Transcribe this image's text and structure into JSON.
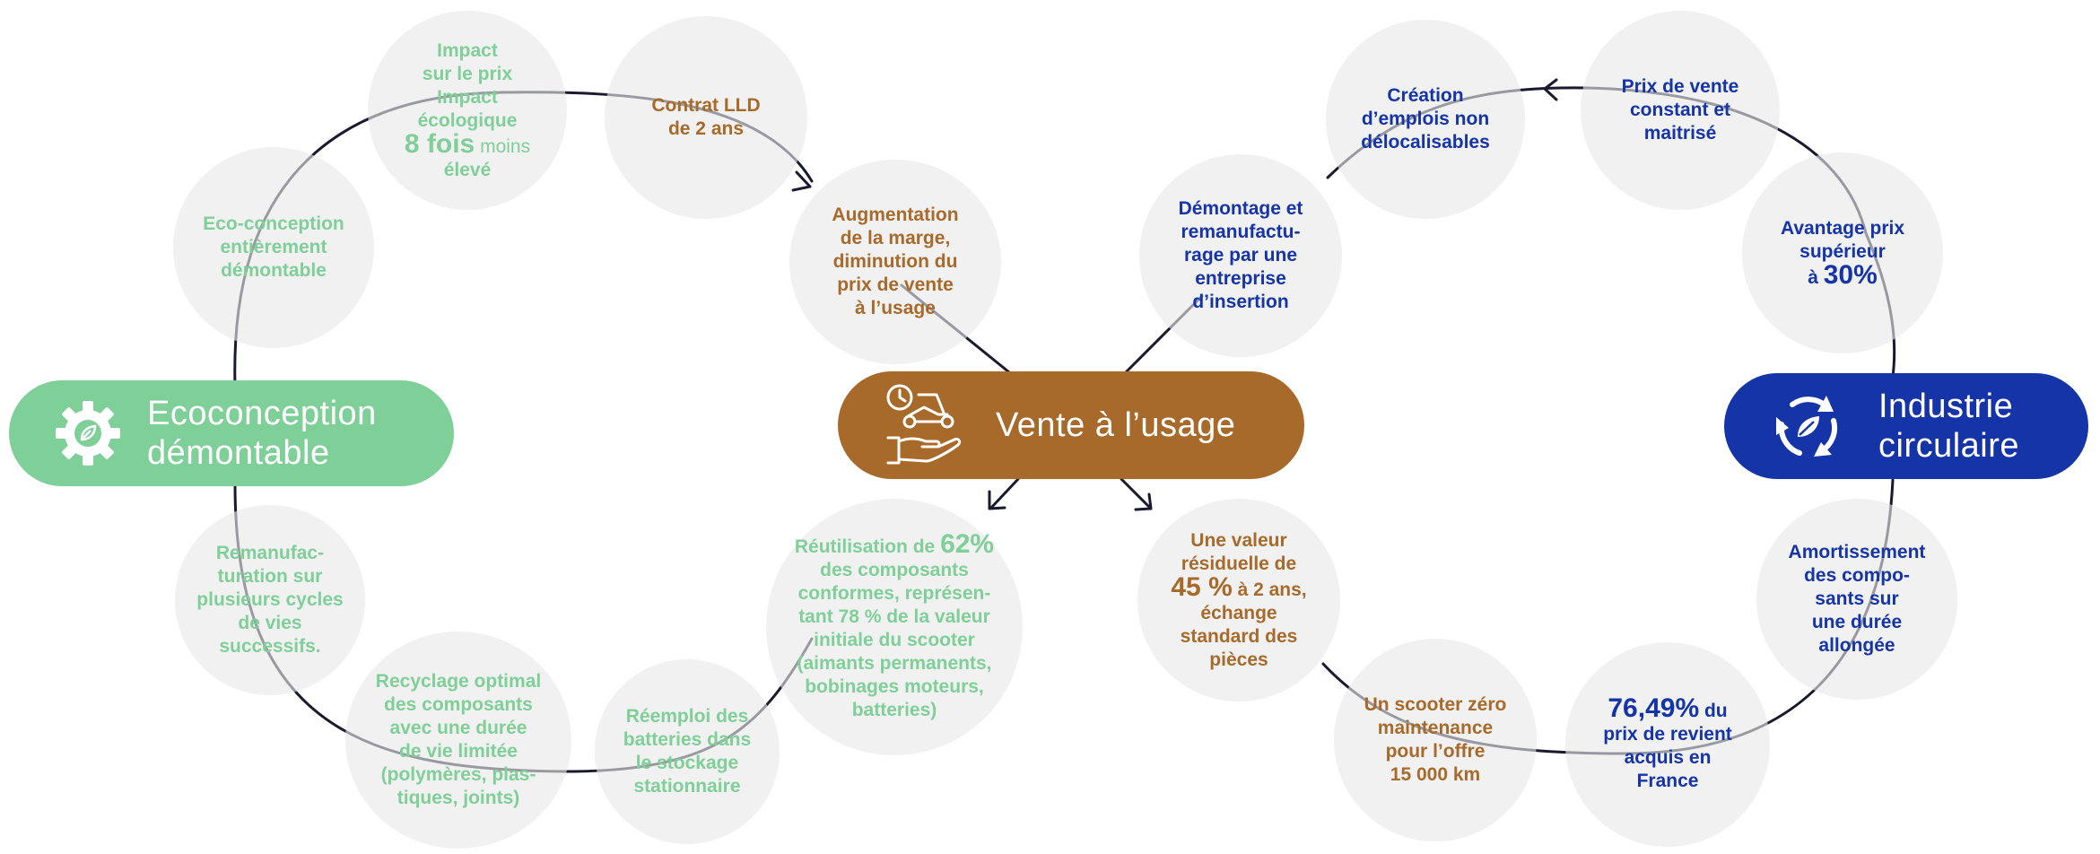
{
  "colors": {
    "green": "#7fcf98",
    "brown": "#a86a2a",
    "blue": "#1534a8",
    "circle_bg": "#ececec",
    "line": "#1a1a2e"
  },
  "hubs": {
    "eco": {
      "line1": "Ecoconception",
      "line2": "démontable",
      "icon": "gear-leaf-icon"
    },
    "vente": {
      "title": "Vente à l’usage",
      "icon": "scooter-hand-icon"
    },
    "industrie": {
      "line1": "Industrie",
      "line2": "circulaire",
      "icon": "recycle-leaf-icon"
    }
  },
  "nodes": {
    "impact": {
      "l1": "Impact",
      "l2": "sur le prix",
      "l3": "Impact",
      "l4": "écologique",
      "big": "8 fois",
      "tail": " moins",
      "l6": "élevé"
    },
    "eco_conception": {
      "l1": "Eco-conception",
      "l2": "entièrement",
      "l3": "démontable"
    },
    "contrat": {
      "l1": "Contrat LLD",
      "l2": "de 2 ans"
    },
    "augmentation": {
      "l1": "Augmentation",
      "l2": "de la marge,",
      "l3": "diminution du",
      "l4": "prix de vente",
      "l5": "à l’usage"
    },
    "remanufac": {
      "l1": "Remanufac-",
      "l2": "turation sur",
      "l3": "plusieurs cycles",
      "l4": "de vies",
      "l5": "successifs."
    },
    "recyclage": {
      "l1": "Recyclage optimal",
      "l2": "des composants",
      "l3": "avec une durée",
      "l4": "de vie limitée",
      "l5": "(polymères, plas-",
      "l6": "tiques, joints)"
    },
    "reemploi": {
      "l1": "Réemploi des",
      "l2": "batteries dans",
      "l3": "le stockage",
      "l4": "stationnaire"
    },
    "reutilisation": {
      "pre": "Réutilisation de ",
      "big": "62%",
      "l2": "des composants",
      "l3": "conformes, représen-",
      "l4": "tant 78 % de la valeur",
      "l5": "initiale du scooter",
      "l6": "(aimants permanents,",
      "l7": "bobinages moteurs,",
      "l8": "batteries)"
    },
    "demontage": {
      "l1": "Démontage et",
      "l2": "remanufactu-",
      "l3": "rage par une",
      "l4": "entreprise",
      "l5": "d’insertion"
    },
    "creation": {
      "l1": "Création",
      "l2": "d’emplois non",
      "l3": "délocalisables"
    },
    "prix_vente": {
      "l1": "Prix de vente",
      "l2": "constant et",
      "l3": "maitrisé"
    },
    "avantage": {
      "l1": "Avantage prix",
      "l2": "supérieur",
      "pre": "à ",
      "big": "30%"
    },
    "valeur": {
      "l1": "Une valeur",
      "l2": "résiduelle de",
      "big": "45 %",
      "tail": " à 2 ans,",
      "l4": "échange",
      "l5": "standard des",
      "l6": "pièces"
    },
    "scooter": {
      "l1": "Un scooter zéro",
      "l2": "maintenance",
      "l3": "pour l’offre",
      "l4": "15 000 km"
    },
    "amortissement": {
      "l1": "Amortissement",
      "l2": "des compo-",
      "l3": "sants sur",
      "l4": "une durée",
      "l5": "allongée"
    },
    "prix_revient": {
      "big": "76,49%",
      "tail": " du",
      "l2": "prix de revient",
      "l3": "acquis en",
      "l4": "France"
    }
  }
}
